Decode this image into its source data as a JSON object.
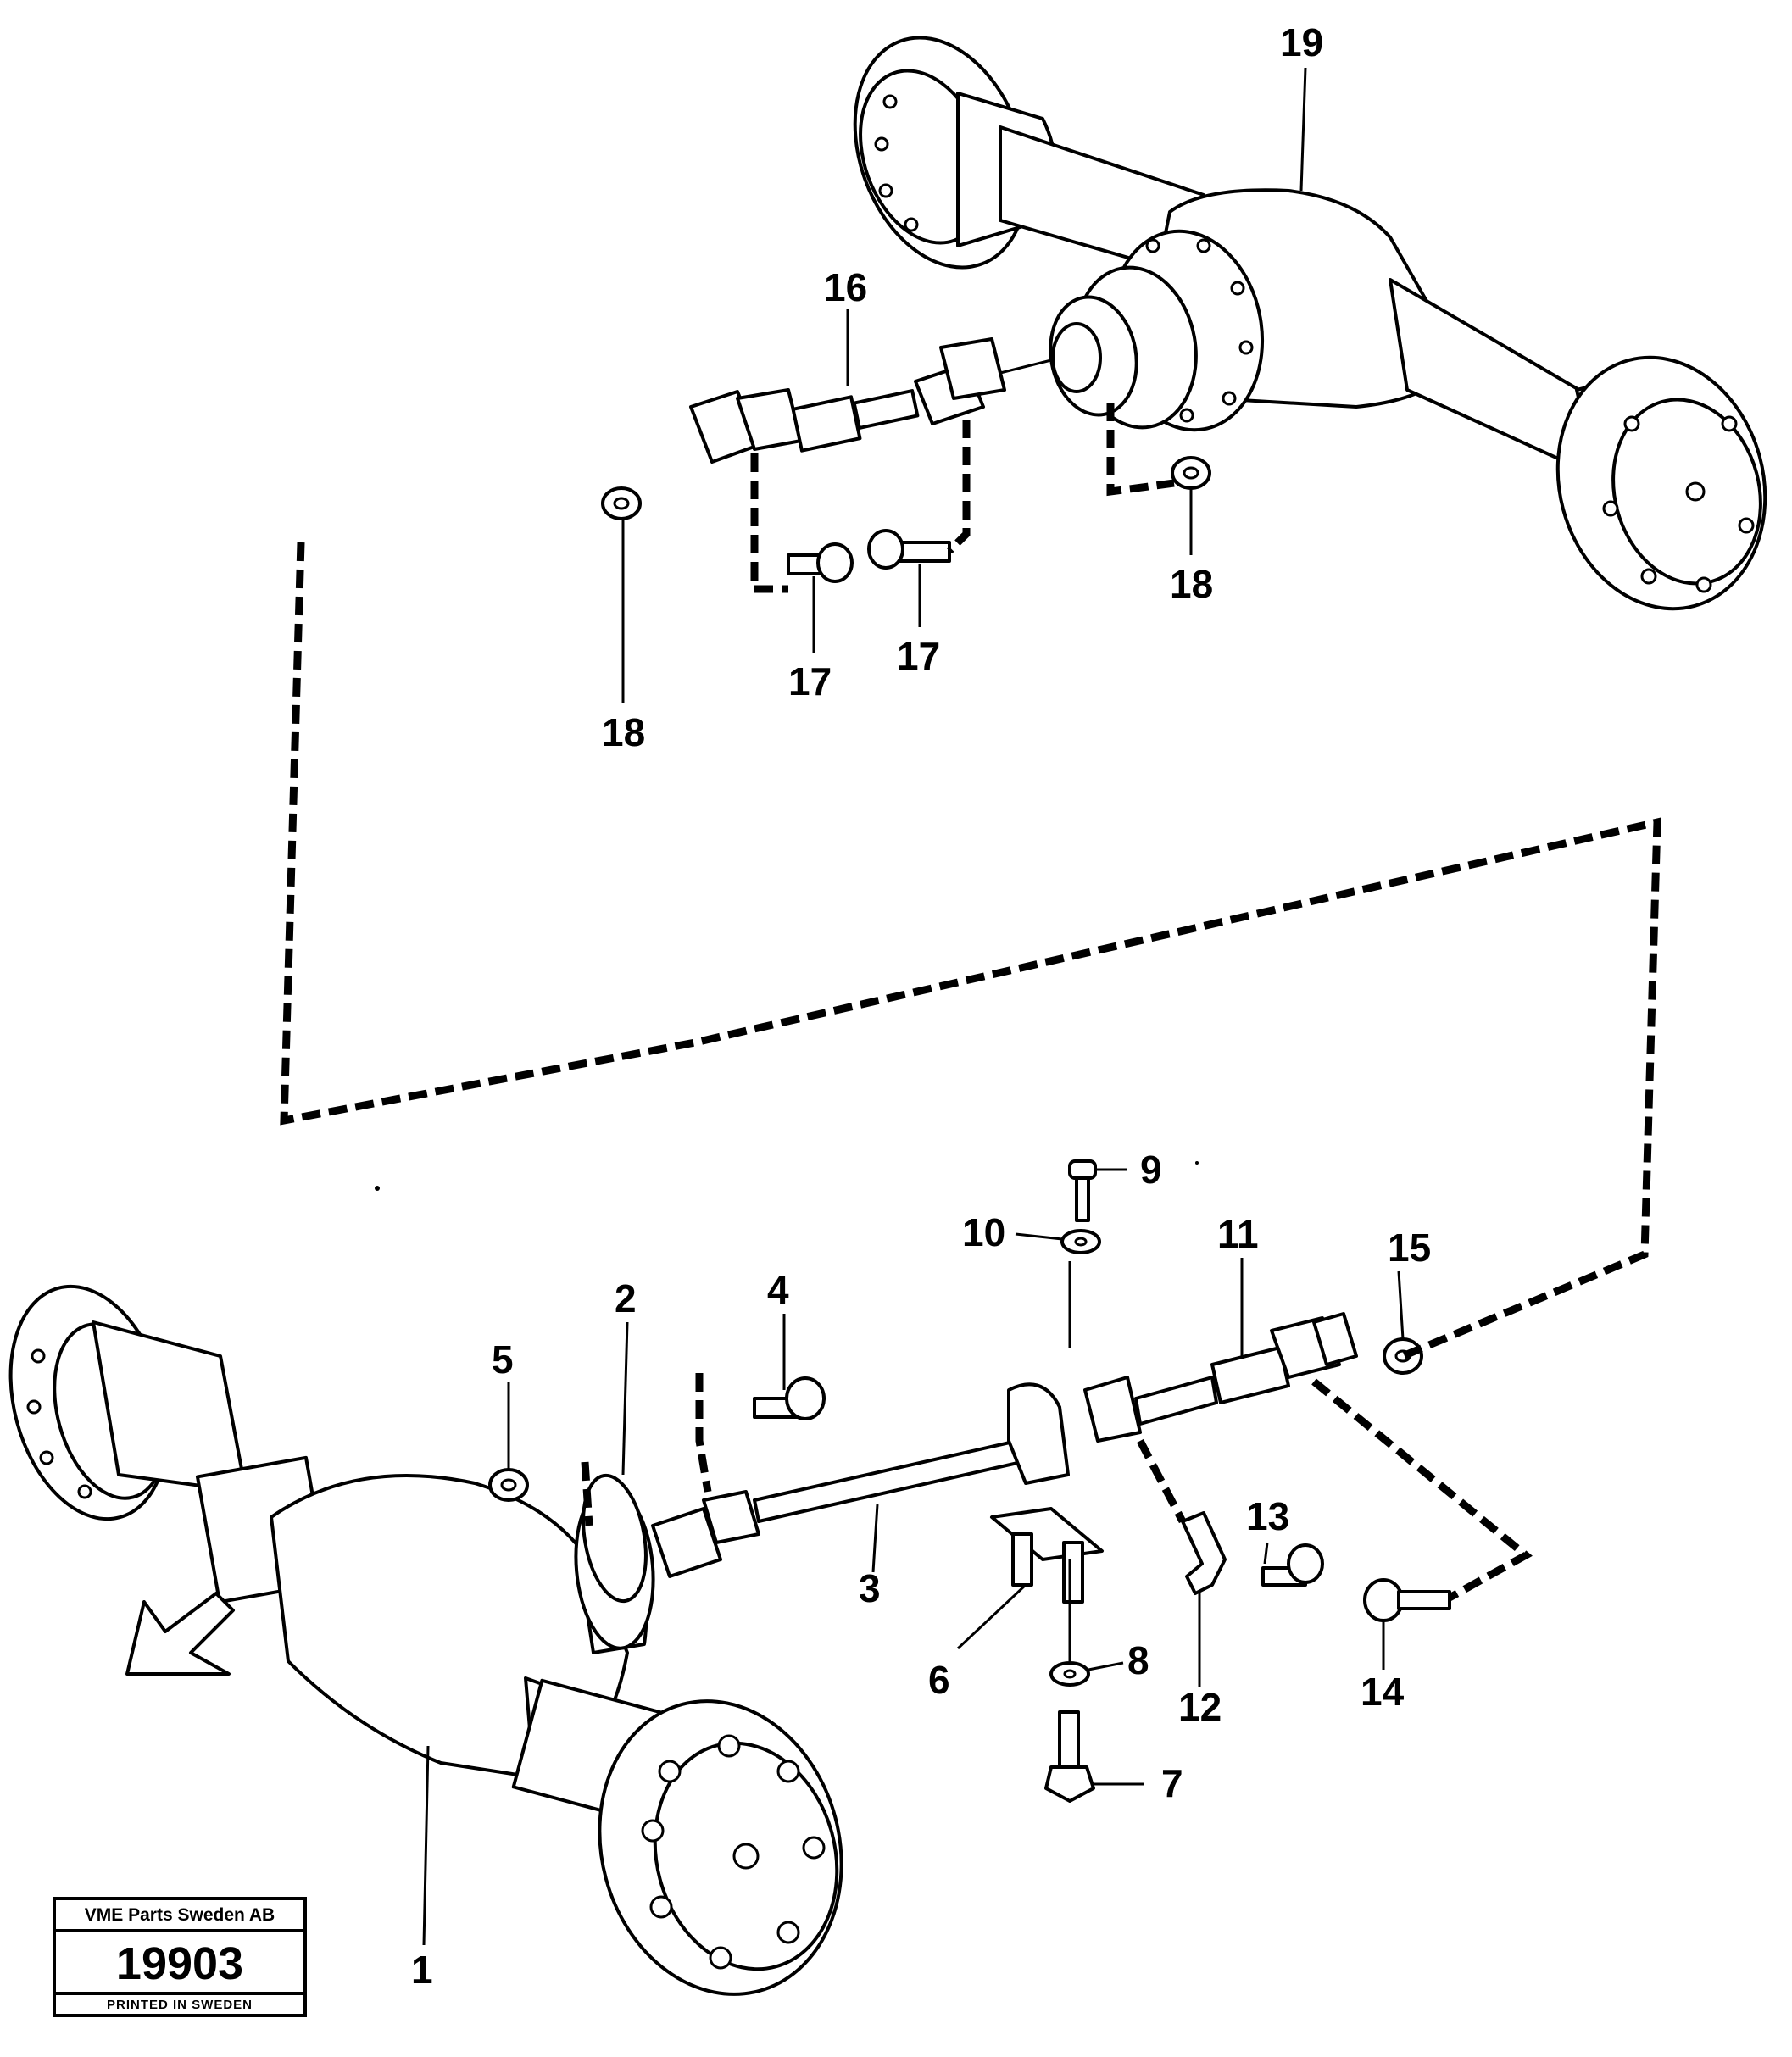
{
  "diagram": {
    "callouts": [
      {
        "id": "c19",
        "label": "19"
      },
      {
        "id": "c16",
        "label": "16"
      },
      {
        "id": "c18a",
        "label": "18"
      },
      {
        "id": "c18b",
        "label": "18"
      },
      {
        "id": "c17a",
        "label": "17"
      },
      {
        "id": "c17b",
        "label": "17"
      },
      {
        "id": "c9",
        "label": "9"
      },
      {
        "id": "c10",
        "label": "10"
      },
      {
        "id": "c11",
        "label": "11"
      },
      {
        "id": "c15",
        "label": "15"
      },
      {
        "id": "c2",
        "label": "2"
      },
      {
        "id": "c4",
        "label": "4"
      },
      {
        "id": "c5",
        "label": "5"
      },
      {
        "id": "c3",
        "label": "3"
      },
      {
        "id": "c13",
        "label": "13"
      },
      {
        "id": "c8",
        "label": "8"
      },
      {
        "id": "c6",
        "label": "6"
      },
      {
        "id": "c12",
        "label": "12"
      },
      {
        "id": "c14",
        "label": "14"
      },
      {
        "id": "c7",
        "label": "7"
      },
      {
        "id": "c1",
        "label": "1"
      }
    ]
  },
  "stamp": {
    "company": "VME Parts Sweden AB",
    "number": "19903",
    "printed": "PRINTED IN SWEDEN"
  }
}
